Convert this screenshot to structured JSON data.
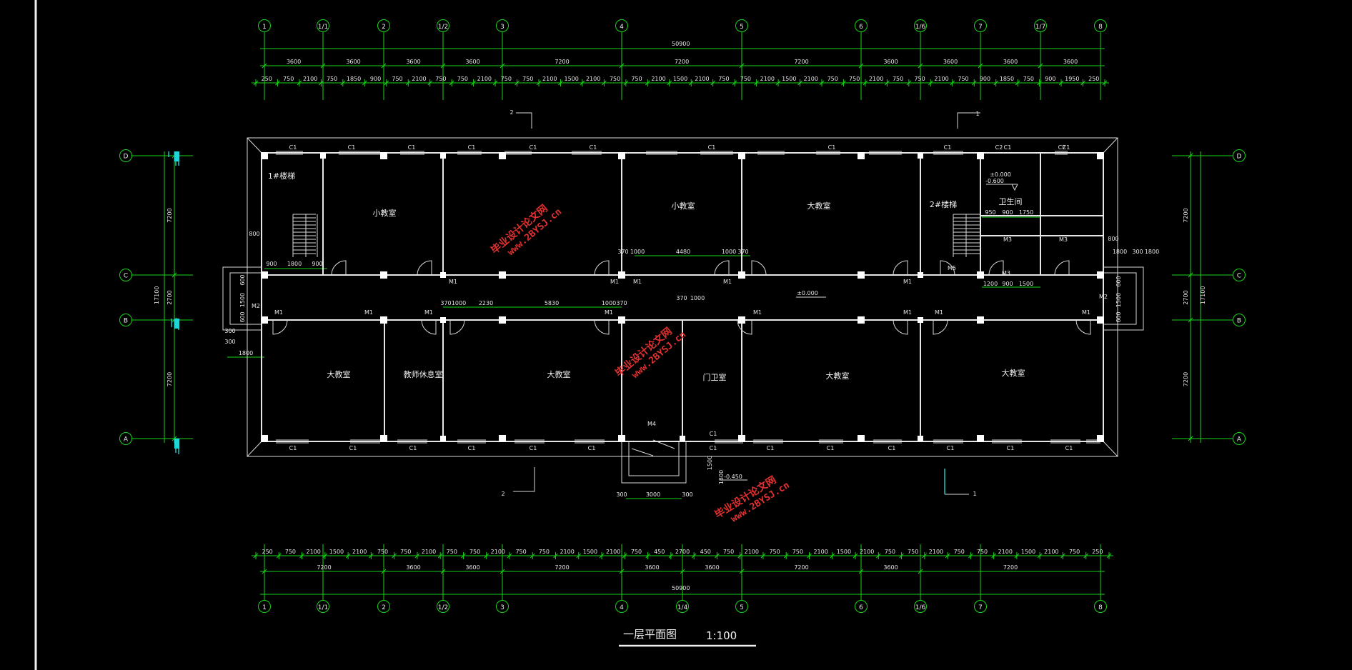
{
  "drawing": {
    "title": "一层平面图",
    "scale": "1:100",
    "total_length": "50900",
    "total_length_bottom": "50900",
    "total_width": "17100"
  },
  "axes_top": [
    "1",
    "1/1",
    "2",
    "1/2",
    "3",
    "4",
    "5",
    "6",
    "1/6",
    "7",
    "1/7",
    "8"
  ],
  "axes_bottom": [
    "1",
    "1/1",
    "2",
    "1/2",
    "3",
    "4",
    "1/4",
    "5",
    "6",
    "1/6",
    "7",
    "8"
  ],
  "axes_side": [
    "D",
    "C",
    "B",
    "A"
  ],
  "top_dims_row1": [
    "3600",
    "3600",
    "3600",
    "3600",
    "7200",
    "7200",
    "7200",
    "3600",
    "3600",
    "3600",
    "3600"
  ],
  "top_dims_row2": [
    "250",
    "750",
    "2100",
    "750",
    "1850",
    "900",
    "750",
    "2100",
    "750",
    "750",
    "2100",
    "750",
    "750",
    "2100",
    "1500",
    "2100",
    "750",
    "750",
    "2100",
    "1500",
    "2100",
    "750",
    "750",
    "2100",
    "1500",
    "2100",
    "750",
    "750",
    "2100",
    "750",
    "750",
    "2100",
    "750",
    "900",
    "1850",
    "750",
    "900",
    "1950",
    "250"
  ],
  "bottom_dims_row1": [
    "250",
    "750",
    "2100",
    "1500",
    "2100",
    "750",
    "750",
    "2100",
    "750",
    "750",
    "2100",
    "750",
    "750",
    "2100",
    "1500",
    "2100",
    "750",
    "450",
    "2700",
    "450",
    "750",
    "2100",
    "750",
    "750",
    "2100",
    "1500",
    "2100",
    "750",
    "750",
    "2100",
    "750",
    "750",
    "2100",
    "1500",
    "2100",
    "750",
    "250"
  ],
  "bottom_dims_row2": [
    "7200",
    "3600",
    "3600",
    "7200",
    "3600",
    "3600",
    "7200",
    "3600",
    "7200"
  ],
  "left_dims": [
    "7200",
    "2700",
    "7200"
  ],
  "left_total": "17100",
  "right_dims": [
    "7200",
    "2700",
    "7200"
  ],
  "right_total": "17100",
  "left_small": [
    "300",
    "300",
    "1800",
    "800",
    "900",
    "1800",
    "900",
    "600",
    "1500",
    "600"
  ],
  "right_small": [
    "800",
    "1800",
    "300",
    "600",
    "1500",
    "600"
  ],
  "rooms_top": [
    "1#楼梯",
    "小教室",
    "小教室",
    "大教室",
    "2#楼梯",
    "卫生间"
  ],
  "rooms_bottom": [
    "大教室",
    "教师休息室",
    "大教室",
    "门卫室",
    "大教室",
    "大教室"
  ],
  "windows_top": [
    "C1",
    "C1",
    "C1",
    "C1",
    "C1",
    "C1",
    "C1",
    "C1",
    "C1",
    "C1",
    "C1",
    "C2",
    "C2"
  ],
  "windows_bottom": [
    "C1",
    "C1",
    "C1",
    "C1",
    "C1",
    "C1",
    "C1",
    "C1",
    "C1",
    "C1",
    "C1",
    "C1",
    "C1",
    "C1"
  ],
  "doors": [
    "M1",
    "M1",
    "M1",
    "M1",
    "M1",
    "M1",
    "M1",
    "M1",
    "M1",
    "M1",
    "M1",
    "M1",
    "M1",
    "M2",
    "M2",
    "M3",
    "M3",
    "M3",
    "M4",
    "M5"
  ],
  "corridor_dims_top": [
    "370",
    "1000",
    "4480",
    "1000",
    "370"
  ],
  "corridor_dims_mid": [
    "370",
    "1000",
    "2230",
    "5830",
    "1000",
    "370"
  ],
  "corridor_dims_mid2": [
    "370",
    "1000"
  ],
  "wc_dims": [
    "950",
    "900",
    "1750",
    "1200",
    "900",
    "1500"
  ],
  "levels": [
    "±0.000",
    "-0.600",
    "±0.000",
    "-0.450"
  ],
  "misc_dims": [
    "3000",
    "300",
    "300",
    "1500",
    "1800",
    "1800"
  ],
  "section_marks": [
    "2",
    "1",
    "2",
    "1"
  ],
  "watermarks": [
    "毕业设计论文网",
    "www.2BYSJ.cn"
  ],
  "colors": {
    "background": "#000000",
    "dimension": "#18d418",
    "wall": "#e6e6e6",
    "column": "#ffffff",
    "accent": "#1fd5d5",
    "watermark": "#e23030"
  }
}
